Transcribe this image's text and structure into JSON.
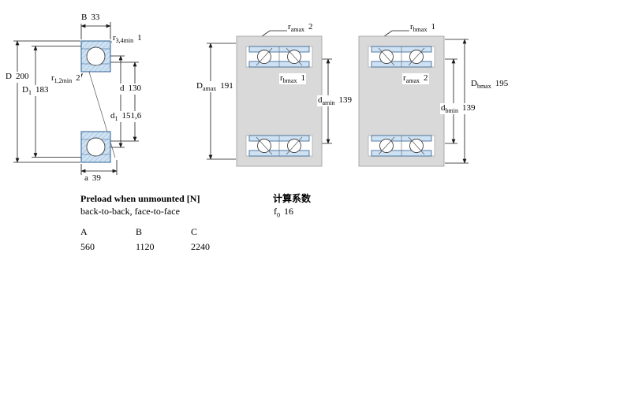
{
  "bearing_section": {
    "dims": {
      "B": {
        "sym": "B",
        "sub": "",
        "val": "33"
      },
      "r34": {
        "sym": "r",
        "sub": "3,4min",
        "val": "1"
      },
      "D": {
        "sym": "D",
        "sub": "",
        "val": "200"
      },
      "D1": {
        "sym": "D",
        "sub": "1",
        "val": "183"
      },
      "r12": {
        "sym": "r",
        "sub": "1,2min",
        "val": "2"
      },
      "d": {
        "sym": "d",
        "sub": "",
        "val": "130"
      },
      "d1": {
        "sym": "d",
        "sub": "1",
        "val": "151,6"
      },
      "a": {
        "sym": "a",
        "sub": "",
        "val": "39"
      }
    }
  },
  "back_to_back": {
    "dims": {
      "ra_top": {
        "sym": "r",
        "sub": "amax",
        "val": "2"
      },
      "Da": {
        "sym": "D",
        "sub": "amax",
        "val": "191"
      },
      "rb_mid": {
        "sym": "r",
        "sub": "bmax",
        "val": "1"
      },
      "da": {
        "sym": "d",
        "sub": "amin",
        "val": "139"
      }
    }
  },
  "face_to_face": {
    "dims": {
      "rb_top": {
        "sym": "r",
        "sub": "bmax",
        "val": "1"
      },
      "ra_mid": {
        "sym": "r",
        "sub": "amax",
        "val": "2"
      },
      "Db": {
        "sym": "D",
        "sub": "bmax",
        "val": "195"
      },
      "db": {
        "sym": "d",
        "sub": "bmin",
        "val": "139"
      }
    }
  },
  "preload": {
    "title": "Preload when unmounted [N]",
    "subtitle": "back-to-back, face-to-face",
    "columns": [
      "A",
      "B",
      "C"
    ],
    "values": [
      "560",
      "1120",
      "2240"
    ]
  },
  "calc": {
    "title": "计算系数",
    "f0": {
      "sym": "f",
      "sub": "0",
      "val": "16"
    }
  },
  "colors": {
    "ring_fill": "#cfe2f3",
    "ring_hatch": "#8fb4d4",
    "ring_stroke": "#2f5f8f",
    "metal_gray": "#d9d9d9",
    "line": "#1a1a1a"
  }
}
